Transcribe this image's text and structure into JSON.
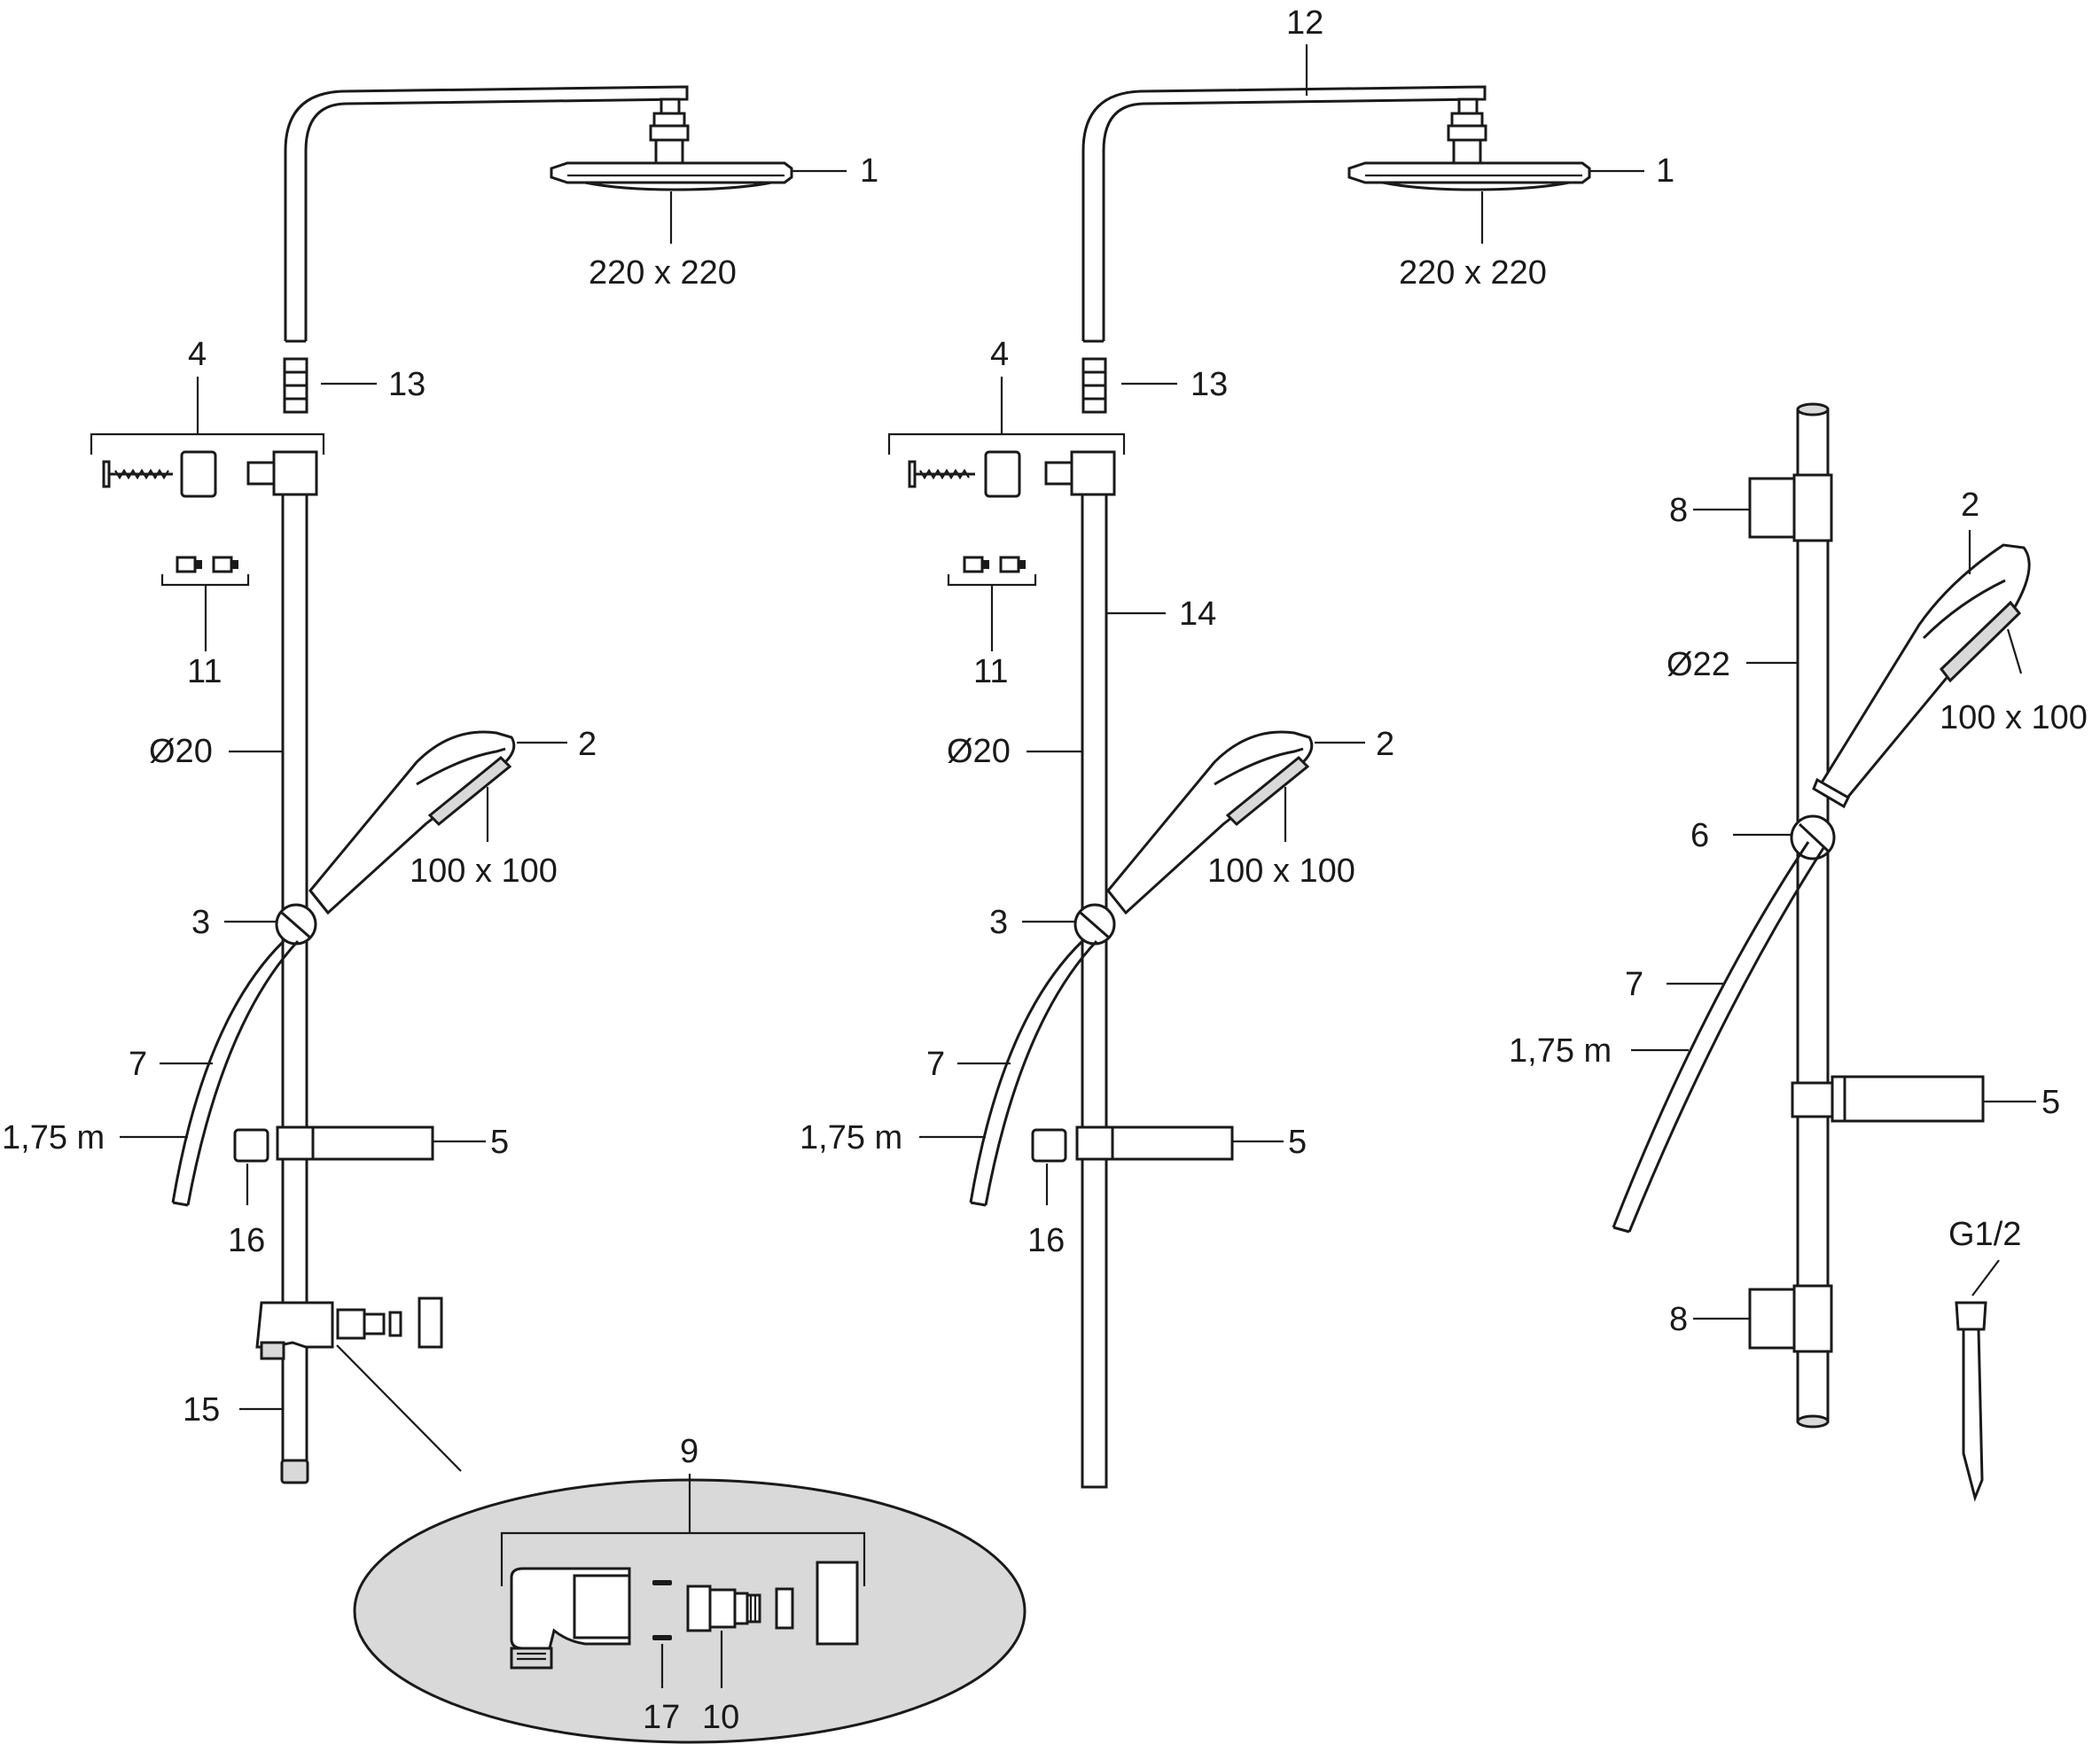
{
  "colors": {
    "line": "#1a1a1a",
    "background": "#ffffff",
    "shade": "#d9d9d9",
    "oval": "#d9d9d9"
  },
  "left_set": {
    "label_1": "1",
    "size_head": "220 x 220",
    "label_13": "13",
    "label_4": "4",
    "label_11": "11",
    "diameter": "Ø20",
    "label_2": "2",
    "size_hand": "100 x 100",
    "label_3": "3",
    "label_7": "7",
    "hose_length": "1,75 m",
    "label_5": "5",
    "label_16": "16",
    "label_15": "15"
  },
  "middle_set": {
    "label_12": "12",
    "label_1": "1",
    "size_head": "220 x 220",
    "label_4": "4",
    "label_13": "13",
    "label_14": "14",
    "label_11": "11",
    "diameter": "Ø20",
    "label_2": "2",
    "size_hand": "100 x 100",
    "label_3": "3",
    "label_7": "7",
    "hose_length": "1,75 m",
    "label_5": "5",
    "label_16": "16"
  },
  "right_set": {
    "label_8_top": "8",
    "label_2": "2",
    "diameter": "Ø22",
    "size_hand": "100 x 100",
    "label_6": "6",
    "label_7": "7",
    "hose_length": "1,75 m",
    "label_5": "5",
    "thread": "G1/2",
    "label_8_bottom": "8"
  },
  "detail": {
    "label_9": "9",
    "label_17": "17",
    "label_10": "10"
  }
}
